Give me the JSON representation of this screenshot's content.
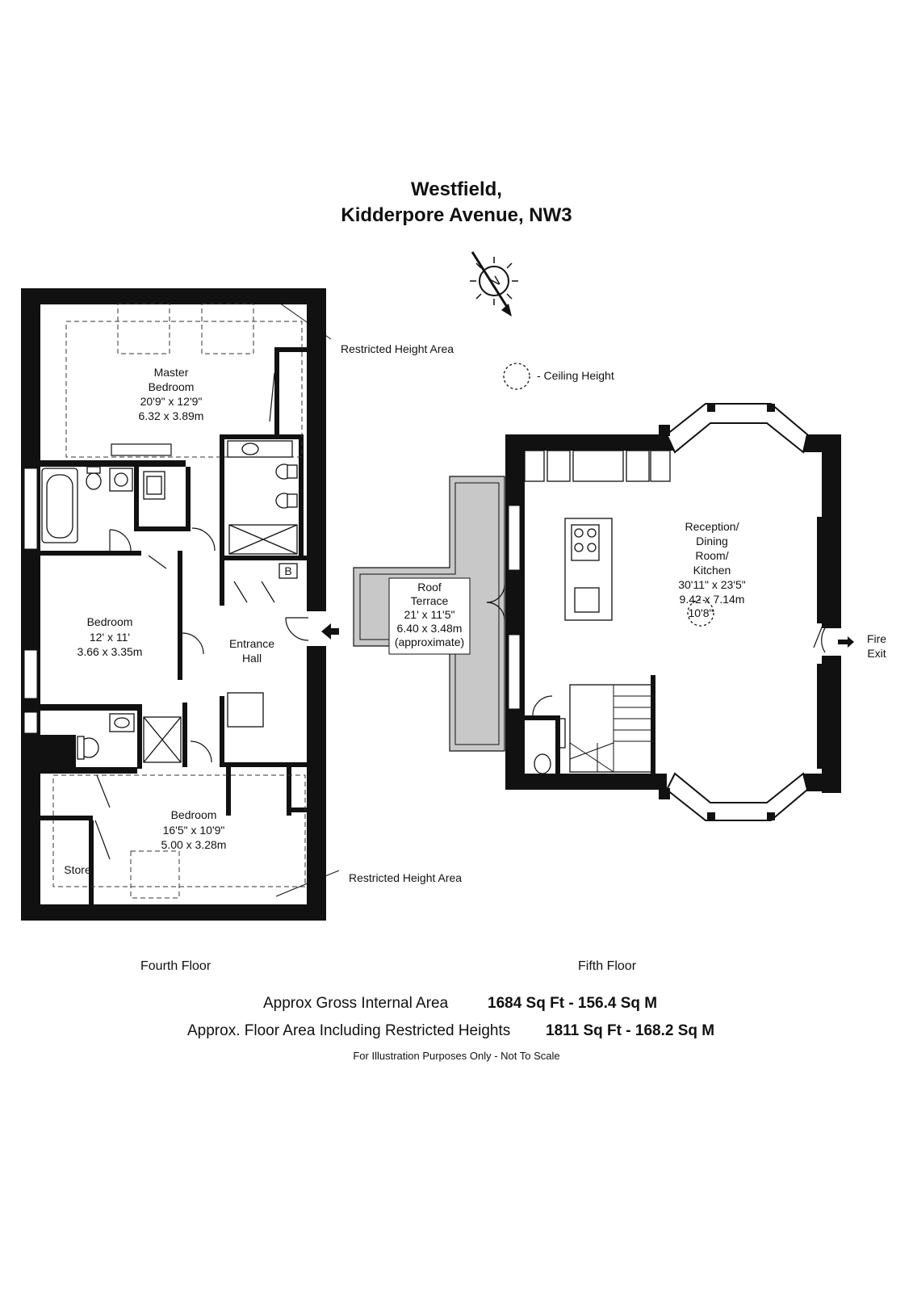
{
  "title": {
    "line1": "Westfield,",
    "line2": "Kidderpore Avenue, NW3"
  },
  "compass": {
    "letter": "N"
  },
  "legend": {
    "ceiling_height": "- Ceiling Height"
  },
  "annotations": {
    "restricted_top": "Restricted Height Area",
    "restricted_bottom": "Restricted Height Area"
  },
  "fourth_floor": {
    "label": "Fourth Floor",
    "master_bedroom": {
      "name1": "Master",
      "name2": "Bedroom",
      "imperial": "20'9\" x 12'9\"",
      "metric": "6.32 x 3.89m"
    },
    "bedroom_mid": {
      "name": "Bedroom",
      "imperial": "12' x 11'",
      "metric": "3.66 x 3.35m"
    },
    "entrance_hall": {
      "name1": "Entrance",
      "name2": "Hall"
    },
    "bedroom_bottom": {
      "name": "Bedroom",
      "imperial": "16'5\" x 10'9\"",
      "metric": "5.00 x 3.28m"
    },
    "store": "Store",
    "boiler": "B"
  },
  "fifth_floor": {
    "label": "Fifth Floor",
    "reception": {
      "l1": "Reception/",
      "l2": "Dining",
      "l3": "Room/",
      "l4": "Kitchen",
      "imperial": "30'11\" x 23'5\"",
      "metric": "9.42 x 7.14m",
      "ceiling": "10'8\""
    },
    "roof_terrace": {
      "l1": "Roof",
      "l2": "Terrace",
      "imperial": "21' x 11'5\"",
      "metric": "6.40 x 3.48m",
      "note": "(approximate)"
    },
    "fire_exit": {
      "l1": "Fire",
      "l2": "Exit"
    }
  },
  "areas": {
    "gross_label": "Approx Gross Internal Area",
    "gross_value": "1684 Sq Ft - 156.4 Sq M",
    "restricted_label": "Approx. Floor Area Including Restricted Heights",
    "restricted_value": "1811 Sq Ft - 168.2 Sq M"
  },
  "disclaimer": "For Illustration Purposes Only - Not To Scale"
}
